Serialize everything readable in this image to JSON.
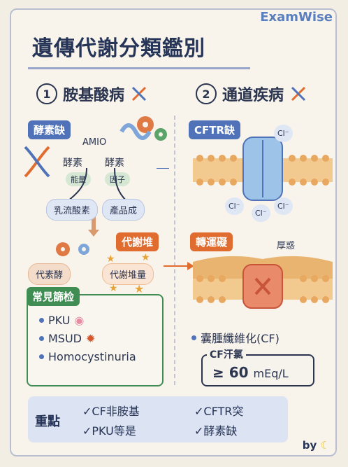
{
  "brand": "ExamWise",
  "title": "遺傳代謝分類鑑別",
  "sections": [
    {
      "num": "1",
      "title": "胺基酸病"
    },
    {
      "num": "2",
      "title": "通道疾病"
    }
  ],
  "left": {
    "tag": "酵素缺",
    "amio": "AMIO",
    "enzyme1": "酵素",
    "enzyme2": "酵素",
    "pill1": "能量",
    "pill2": "因子",
    "lactate": "乳流酸素",
    "product": "產品成",
    "metab_tag": "代謝堆",
    "enzyme_bubble": "代素酵",
    "accum_bubble": "代謝堆量"
  },
  "screening": {
    "title": "常見篩检",
    "items": [
      "PKU",
      "MSUD",
      "Homocystinuria"
    ]
  },
  "right": {
    "tag": "CFTR缺",
    "transport_tag": "轉運礙",
    "ion": "Cl⁻",
    "thick": "厚惑",
    "disease": "囊腫纖維化(CF)"
  },
  "sweat": {
    "title": "CF汗氯",
    "value": "≥ 60",
    "unit": "mEq/L"
  },
  "key": {
    "title": "重點",
    "items": [
      "✓CF非胺基",
      "✓CFTR突",
      "✓PKU等是",
      "✓酵素缺"
    ]
  },
  "byline": "by",
  "colors": {
    "blue": "#4f72b8",
    "orange": "#e06d2f",
    "green": "#3f8d52",
    "navy": "#253457"
  }
}
